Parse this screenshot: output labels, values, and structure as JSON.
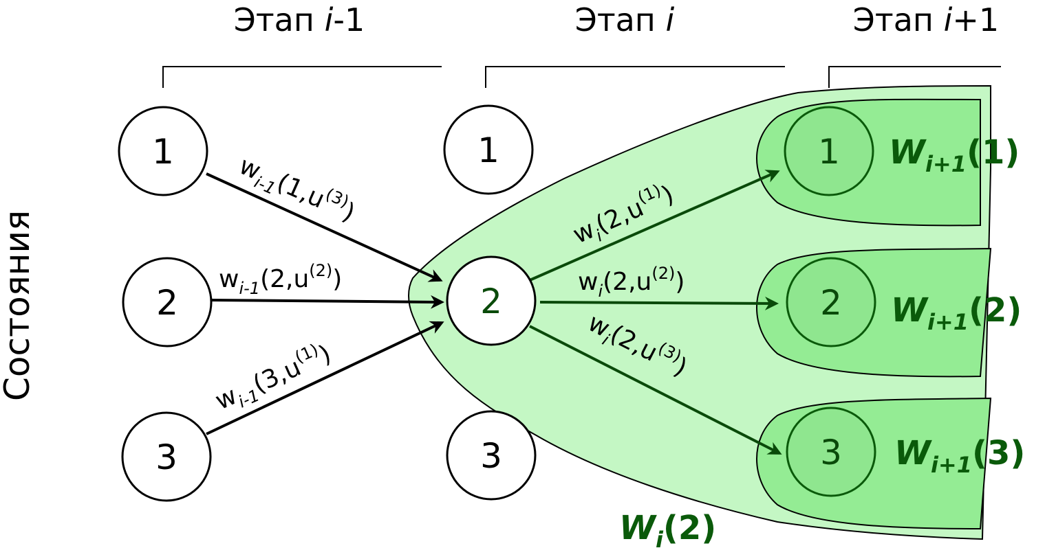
{
  "axis": {
    "states_label": "Состояния"
  },
  "stages": {
    "prev": {
      "prefix": "Этап ",
      "var": "i",
      "suffix": "-1"
    },
    "curr": {
      "prefix": "Этап ",
      "var": "i",
      "suffix": ""
    },
    "next": {
      "prefix": "Этап ",
      "var": "i",
      "suffix": "+1"
    }
  },
  "nodes": {
    "prev": [
      "1",
      "2",
      "3"
    ],
    "curr": [
      "1",
      "2",
      "3"
    ],
    "next": [
      "1",
      "2",
      "3"
    ]
  },
  "edges_in": [
    {
      "w": "w",
      "sub": "i-1",
      "args": "(1,u",
      "sup": "(3)",
      "close": ")"
    },
    {
      "w": "w",
      "sub": "i-1",
      "args": "(2,u",
      "sup": "(2)",
      "close": ")"
    },
    {
      "w": "w",
      "sub": "i-1",
      "args": "(3,u",
      "sup": "(1)",
      "close": ")"
    }
  ],
  "edges_out": [
    {
      "w": "w",
      "sub": "i",
      "args": "(2,u",
      "sup": "(1)",
      "close": ")"
    },
    {
      "w": "w",
      "sub": "i",
      "args": "(2,u",
      "sup": "(2)",
      "close": ")"
    },
    {
      "w": "w",
      "sub": "i",
      "args": "(2,u",
      "sup": "(3)",
      "close": ")"
    }
  ],
  "values_next": [
    {
      "W": "W",
      "sub": "i+1",
      "arg": "(1)"
    },
    {
      "W": "W",
      "sub": "i+1",
      "arg": "(2)"
    },
    {
      "W": "W",
      "sub": "i+1",
      "arg": "(3)"
    }
  ],
  "value_curr": {
    "W": "W",
    "sub": "i",
    "arg": "(2)"
  },
  "colors": {
    "region_outer": "#c4f7c4",
    "region_inner": "#94ec94",
    "highlight_text": "#0a5a0a",
    "arrow_dark": "#0a4a0a"
  }
}
